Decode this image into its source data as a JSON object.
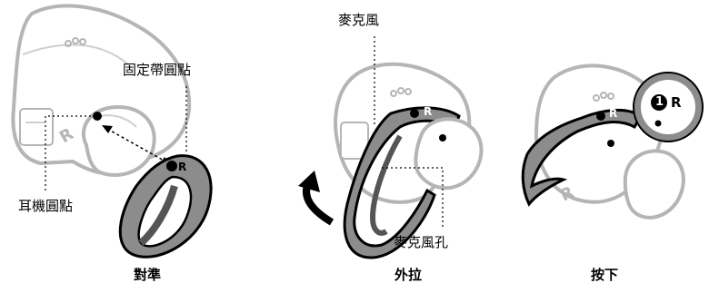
{
  "panels": [
    {
      "caption": "對準",
      "labels": {
        "top": "固定帶圓點",
        "bottom": "耳機圓點"
      }
    },
    {
      "caption": "外拉",
      "labels": {
        "top": "麥克風",
        "bottom": "麥克風孔"
      }
    },
    {
      "caption": "按下"
    }
  ],
  "band_mark": {
    "number": "1",
    "side": "R"
  },
  "earbud_mark": "R",
  "colors": {
    "shell_stroke": "#b5b5b5",
    "band_fill": "#8c8c8c",
    "band_dark": "#555555",
    "outline": "#000000"
  }
}
